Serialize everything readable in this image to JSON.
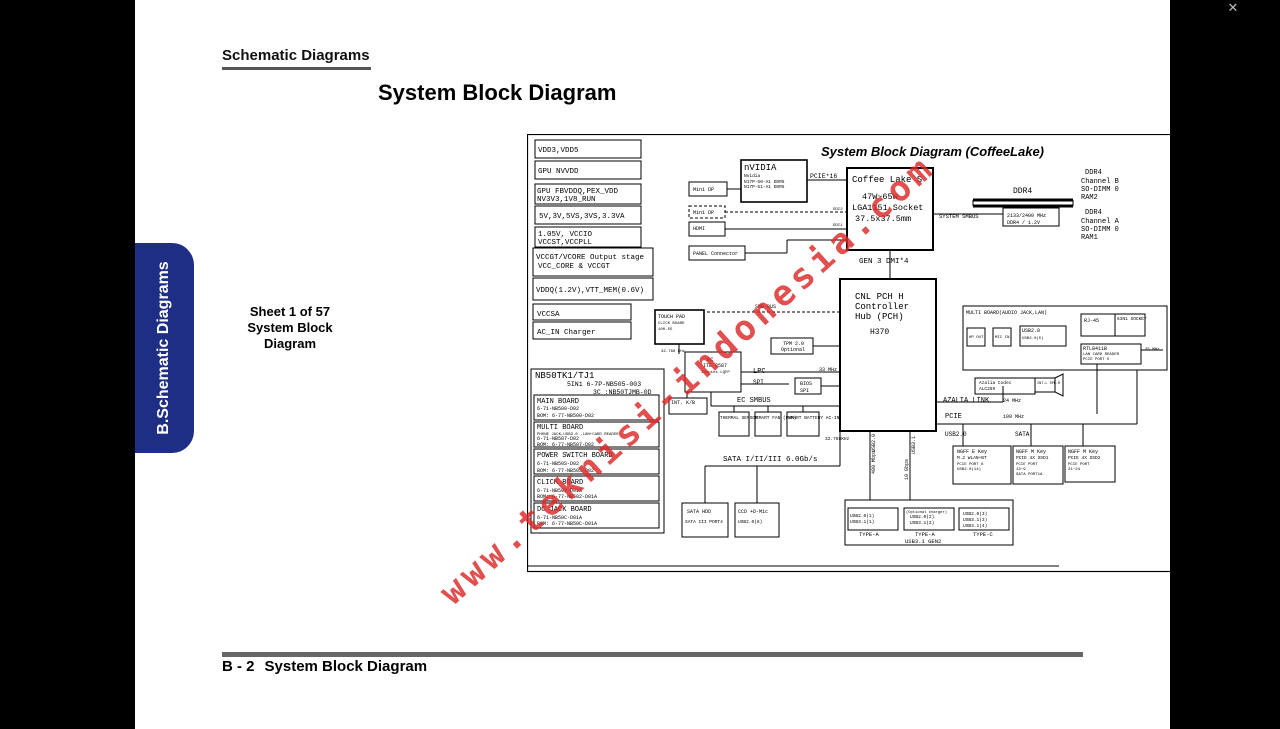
{
  "header": {
    "section": "Schematic  Diagrams",
    "title": "System Block Diagram"
  },
  "sidetab": {
    "label": "B.Schematic Diagrams"
  },
  "sheet": {
    "line1": "Sheet 1 of 57",
    "line2": "System Block",
    "line3": "Diagram"
  },
  "footer": {
    "page": "B - 2",
    "title": "System Block Diagram"
  },
  "watermark": "www.teknisi-indonesia.com",
  "icons": {
    "close": "close-icon"
  },
  "diagram": {
    "title": "System Block Diagram (CoffeeLake)",
    "rails": [
      "VDD3,VDD5",
      "GPU NVVDD",
      "GPU FBVDDQ,PEX_VDD",
      "NV3V3,1V8_RUN",
      "5V,3V,5VS,3VS,3.3VA",
      "1.05V, VCCIO",
      "VCCST,VCCPLL",
      "VCCGT/VCORE Output stage",
      "VCC_CORE & VCCGT",
      "VDDQ(1.2V),VTT_MEM(0.6V)",
      "VCCSA",
      "AC_IN Charger"
    ],
    "model": {
      "name": "NB50TK1/TJ1",
      "l1": "5IN1    6-7P-NB505-003",
      "l2": "3C :NB50TJMB-0D",
      "boards": [
        {
          "name": "MAIN BOARD",
          "a": "6-71-NB500-D02",
          "b": "BOM: 6-77-NB500-D02"
        },
        {
          "name": "MULTI BOARD",
          "a": "PHONE JACK,USB3.0 ,LAN+CARD READER",
          "b": "6-71-NB507-D02",
          "c": "BOM: 6-77-NB507-D02"
        },
        {
          "name": "POWER SWITCH BOARD",
          "a": "6-71-NB50S-D02",
          "b": "BOM: 6-77-NB50S-D02"
        },
        {
          "name": "CLICK BOARD",
          "a": "6-71-NB502-D01A",
          "b": "BOM: 6-77-NB502-D01A"
        },
        {
          "name": "DC JACK BOARD",
          "a": "6-71-NB50C-D01A",
          "b": "BOM: 6-77-NB50C-D01A"
        }
      ]
    },
    "gpu": {
      "name": "nVIDIA",
      "l1": "Nvidia",
      "l2": "N17P-G0-A1 DDR5",
      "l3": "N17P-G1-A1 DDR5",
      "bus": "PCIE*16"
    },
    "cpu": {
      "name": "Coffee Lake S",
      "tdp": "47W~65W",
      "socket": "LGA1151 Socket",
      "size": "37.5x37.5mm",
      "link": "GEN 3  DMI*4",
      "smbus": "SYSTEM SMBUS"
    },
    "ddr": {
      "label": "DDR4",
      "speed": "2133/2400 MHz",
      "volt": "DDR4 / 1.2V",
      "chB": "DDR4\nChannel B\nSO-DIMM 0\nRAM2",
      "chB1": "DDR4",
      "chB2": "Channel B",
      "chB3": "SO-DIMM 0",
      "chB4": "RAM2",
      "chA1": "DDR4",
      "chA2": "Channel A",
      "chA3": "SO-DIMM 0",
      "chA4": "RAM1"
    },
    "display": {
      "minidp": "Mini DP",
      "minidp2": "Mini DP",
      "hdmi": "HDMI",
      "panel": "PANEL Connector",
      "dp2": "DDI2",
      "dp1": "DDI1"
    },
    "pch": {
      "l1": "CNL PCH H",
      "l2": "Controller",
      "l3": "Hub (PCH)",
      "l4": "H370",
      "smb": "SMB BUS",
      "lpc": "LPC",
      "lpcmhz": "33 MHz",
      "spi": "SPI",
      "ecsmbus": "EC SMBUS",
      "azalia": "AZALIA LINK",
      "azmhz": "24 MHz",
      "pcie": "PCIE",
      "pciemhz": "100 MHz",
      "sata": "SATA I/II/III 6.0Gb/s",
      "clk": "32.768KHz",
      "usb20": "USB2.0",
      "usb31": "USB3.1",
      "s480": "480 Mbps",
      "s10": "10 Gbps"
    },
    "touchpad": {
      "l1": "TOUCH PAD",
      "l2": "CLICK BOARD",
      "l3": "100-55"
    },
    "ec": {
      "clk": "32.768 KHz",
      "l1": "EC",
      "l2": "ITE 8587",
      "l3": "128pins LQFP",
      "intkb": "INT. K/B",
      "thermal": "THERMAL SENSOR",
      "fan": "SMART FAN (PWM)",
      "battery": "SMART BATTERY AC-IN"
    },
    "tpm": {
      "l1": "TPM 2.0",
      "l2": "Optional"
    },
    "bios": {
      "l1": "BIOS",
      "l2": "SPI"
    },
    "multiboard": {
      "title": "MULTI BOARD(AUDIO JACK,LAN)",
      "rj45": "RJ-45",
      "socket": "6IN1 SOCKET",
      "hp": "HP OUT",
      "mic": "MIC IN",
      "usb": "USB2.0",
      "usbp": "USB2.0(5)",
      "lan1": "RTL8411B",
      "lan2": "LAN CARD READER",
      "lan3": "PCIE PORT 5",
      "lanmhz": "25 MHz",
      "codec1": "Azalia Codec",
      "codec2": "ALC269",
      "spk": "INT-L SPK-R"
    },
    "m2": [
      {
        "l1": "NGFF E Key",
        "l2": "M.2 WLAN+BT",
        "l3": "PCIE PORT 6",
        "l4": "USB2.0(14)"
      },
      {
        "l1": "NGFF M Key",
        "l2": "PCIE 4X SSD1",
        "l3": "PCIE PORT",
        "l4": "13~9",
        "l5": "SATA PORT1A"
      },
      {
        "l1": "NGFF M Key",
        "l2": "PCIE 4X SSD2",
        "l3": "PCIE PORT",
        "l4": "21~24"
      }
    ],
    "usb20lbl": "USB2.0",
    "satalbl": "SATA",
    "hdd": {
      "l1": "SATA HDD",
      "l2": "SATA III PORT4"
    },
    "ccd": {
      "l1": "CCD +D-Mic",
      "l2": "USB2.0(8)"
    },
    "usbports": {
      "p1": "USB2.0(1)",
      "p1b": "USB3.1(1)",
      "p2": "(Optional charger)",
      "p2b": "USB2.0(2)",
      "p2c": "USB3.1(2)",
      "p3": "USB2.0(3)",
      "p3b": "USB3.1(3)",
      "p3c": "USB3.1(4)",
      "t1": "TYPE-A",
      "t2": "TYPE-A",
      "t3": "TYPE-C",
      "gen": "USB3.1 GEN2"
    }
  }
}
